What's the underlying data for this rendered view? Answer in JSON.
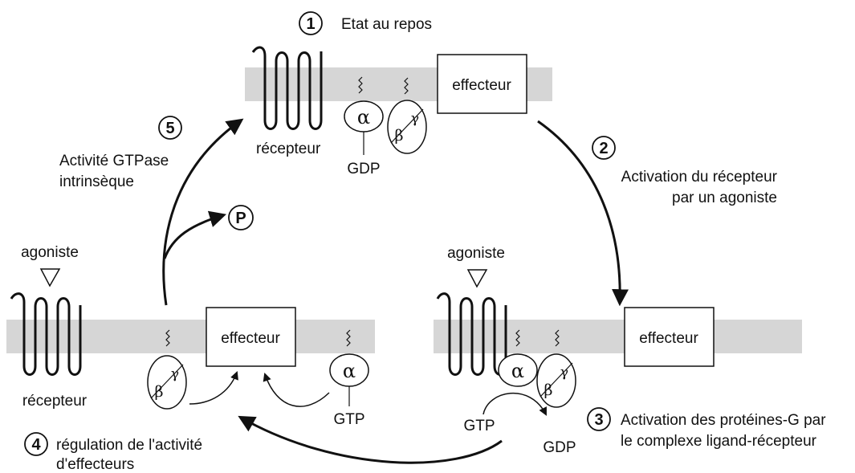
{
  "steps": {
    "s1": {
      "num": "1",
      "label": "Etat au repos"
    },
    "s2": {
      "num": "2",
      "line1": "Activation du récepteur",
      "line2": "par un agoniste"
    },
    "s3": {
      "num": "3",
      "line1": "Activation des protéines-G par",
      "line2": "le complexe ligand-récepteur"
    },
    "s4": {
      "num": "4",
      "line1": "régulation de l'activité",
      "line2": "d'effecteurs"
    },
    "s5": {
      "num": "5",
      "line1": "Activité GTPase",
      "line2": "intrinsèque"
    }
  },
  "labels": {
    "effecteur": "effecteur",
    "recepteur": "récepteur",
    "agoniste": "agoniste",
    "gdp": "GDP",
    "gtp": "GTP",
    "phosphate": "P",
    "alpha": "α",
    "beta": "β",
    "gamma": "γ"
  }
}
